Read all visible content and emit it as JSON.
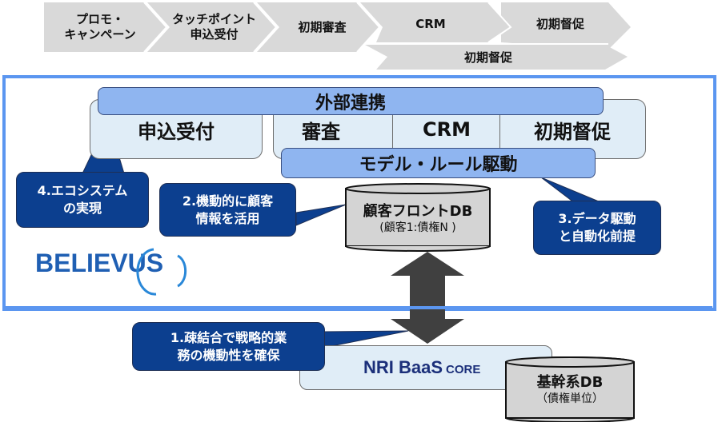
{
  "process_flow": {
    "steps": [
      {
        "label": "プロモ・\nキャンペーン"
      },
      {
        "label": "タッチポイント\n申込受付"
      },
      {
        "label": "初期審査"
      },
      {
        "label": "CRM"
      },
      {
        "label": "初期督促"
      }
    ],
    "lower_step": {
      "label": "初期督促"
    }
  },
  "platform": {
    "logo_text": "BELIEVUS",
    "integration_bar": "外部連携",
    "model_bar": "モデル・ルール駆動",
    "functions": [
      {
        "label": "申込受付"
      },
      {
        "label": "審査"
      },
      {
        "label": "CRM"
      },
      {
        "label": "初期督促"
      }
    ],
    "customer_db": {
      "title": "顧客フロントDB",
      "subtitle": "(顧客1:債権N )"
    }
  },
  "callouts": [
    {
      "text": "1.疎結合で戦略的業\n務の機動性を確保"
    },
    {
      "text": "2.機動的に顧客\n情報を活用"
    },
    {
      "text": "3.データ駆動\nと自動化前提"
    },
    {
      "text": "4.エコシステム\nの実現"
    }
  ],
  "core": {
    "logo_main": "NRI BaaS",
    "logo_sub": "CORE",
    "core_db": {
      "title": "基幹系DB",
      "subtitle": "（債権単位）"
    }
  },
  "colors": {
    "frame": "#5b96f0",
    "callout": "#0c3f8f",
    "bar": "#8fb5f0",
    "func_box": "#e0edf7",
    "chevron": "#d9d9d9",
    "arrow": "#404040",
    "db": "#d4d4d4"
  }
}
